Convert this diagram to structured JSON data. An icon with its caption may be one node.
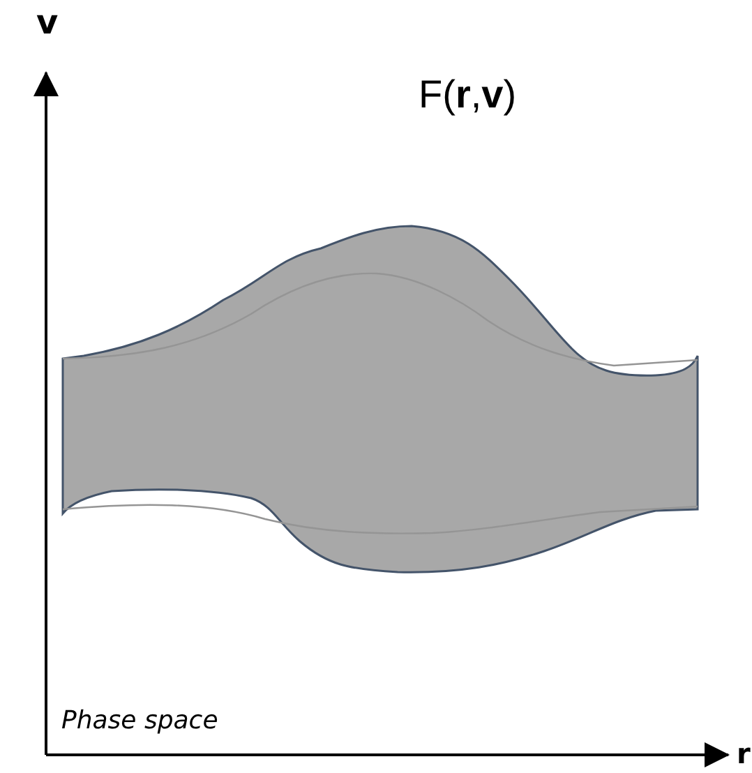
{
  "diagram": {
    "labels": [
      "v",
      "F(**r**,**v**)",
      "Phase space",
      "r"
    ]
  }
}
